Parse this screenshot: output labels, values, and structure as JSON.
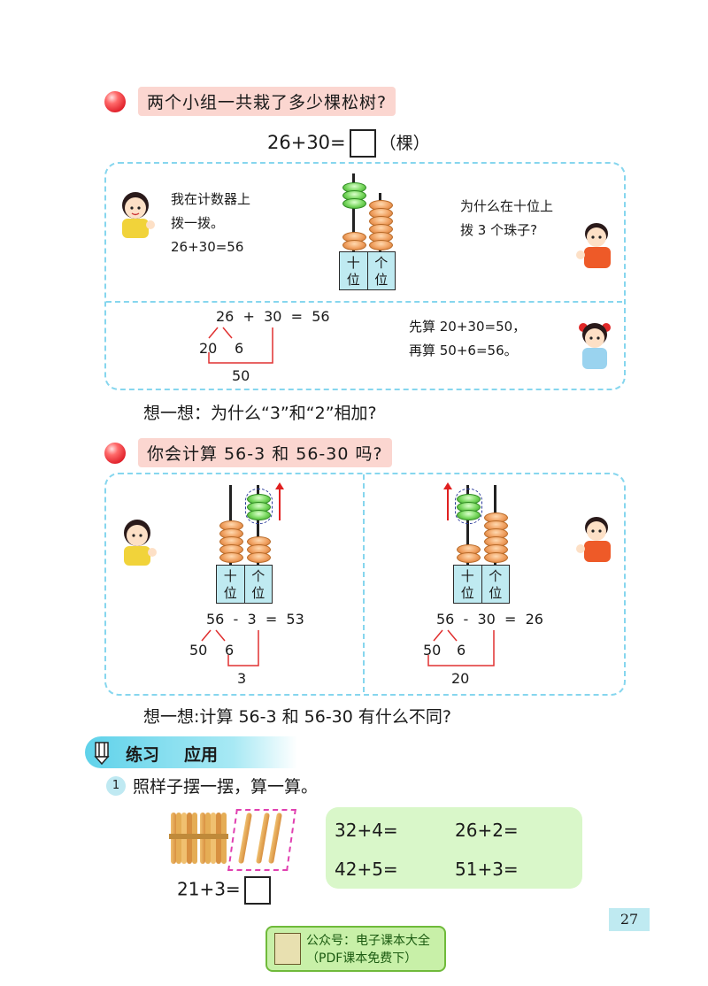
{
  "section1": {
    "question": "两个小组一共栽了多少棵松树?",
    "formula_left": "26+30=",
    "formula_unit": "（棵）",
    "left_bubble": "我在计数器上\n拨一拨。\n26+30=56",
    "right_bubble": "为什么在十位上\n拨 3 个珠子?",
    "pv_tens": "十\n位",
    "pv_ones": "个\n位",
    "breakdown_eq": "26  +  30  =  56",
    "split_a": "20",
    "split_b": "6",
    "sum_result": "50",
    "girl_note": "先算 20+30=50，\n再算 50+6=56。",
    "think": "想一想：为什么“3”和“2”相加?"
  },
  "section2": {
    "question": "你会计算 56-3 和 56-30 吗?",
    "left_eq": "56  -  3  =  53",
    "left_split_a": "50",
    "left_split_b": "6",
    "left_sub": "3",
    "right_eq": "56  -  30  =  26",
    "right_split_a": "50",
    "right_split_b": "6",
    "right_sub": "20",
    "pv_tens": "十\n位",
    "pv_ones": "个\n位",
    "think": "想一想:计算 56-3 和 56-30 有什么不同?"
  },
  "practice": {
    "tag_a": "练习",
    "tag_b": "应用",
    "item_no": "1",
    "instruction": "照样子摆一摆，算一算。",
    "example": "21+3=",
    "answers": [
      "32+4=",
      "26+2=",
      "42+5=",
      "51+3="
    ]
  },
  "page_number": "27",
  "stamp": {
    "line1": "公众号：电子课本大全",
    "line2": "（PDF课本免费下）"
  },
  "colors": {
    "panel_border": "#86d6ee",
    "title_bg": "#fbd6d0",
    "answer_bg": "#d9f7c9",
    "accent_red": "#e02020"
  }
}
